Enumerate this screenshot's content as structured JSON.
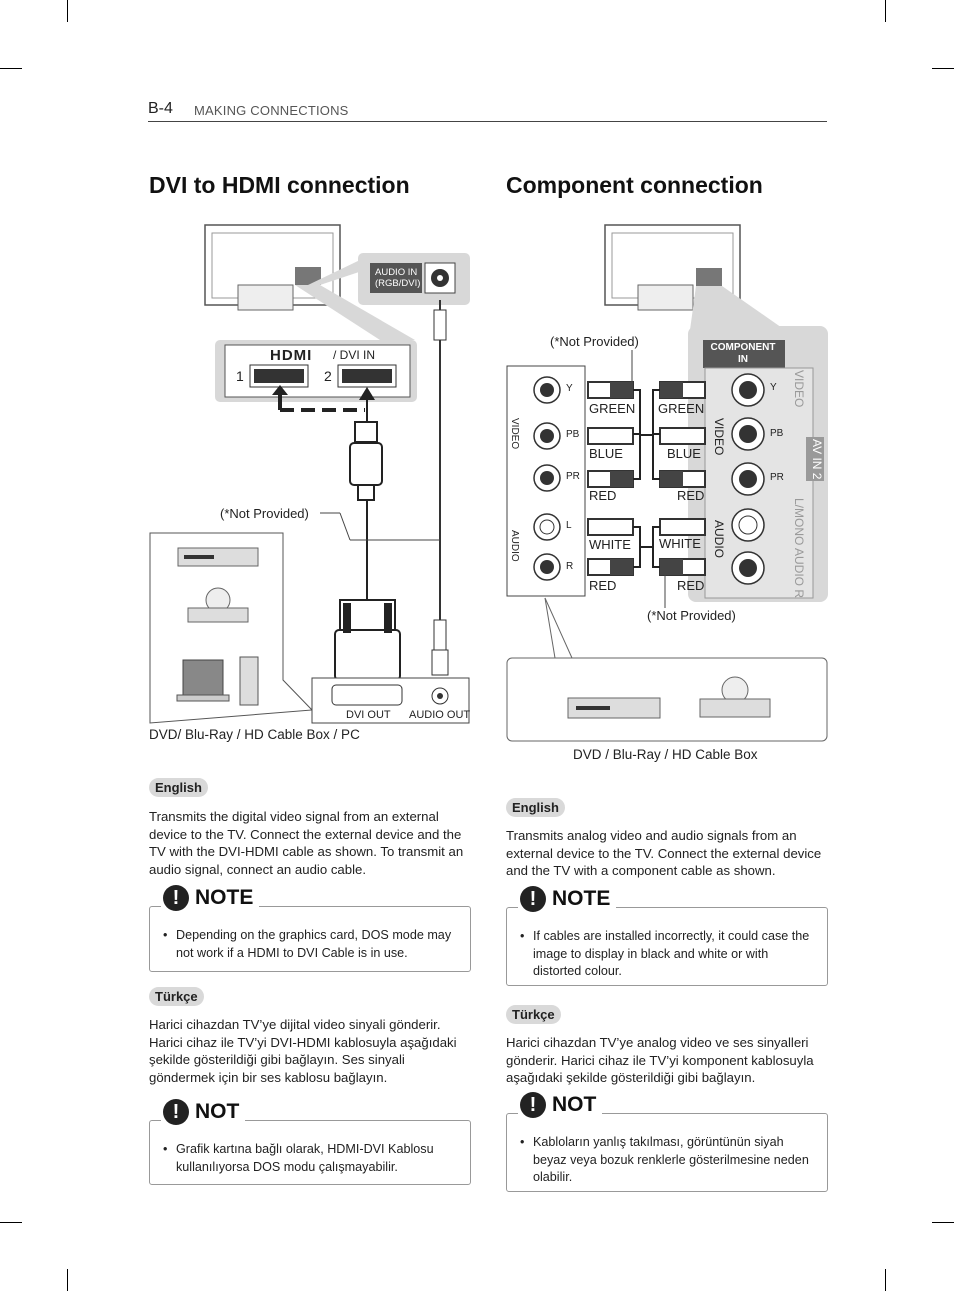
{
  "header": {
    "page_no": "B-4",
    "section": "MAKING CONNECTIONS"
  },
  "left": {
    "title": "DVI to HDMI connection",
    "diagram": {
      "audio_in_label": "AUDIO IN\n(RGB/DVI)",
      "hdmi_logo": "HDMI",
      "hdmi_suffix": "/ DVI IN",
      "port1": "1",
      "port2": "2",
      "not_provided": "(*Not Provided)",
      "dvi_out": "DVI OUT",
      "audio_out": "AUDIO OUT",
      "caption": "DVD/ Blu-Ray / HD Cable Box / PC"
    },
    "english": {
      "tag": "English",
      "text": "Transmits the digital video signal from an external device to the TV. Connect the external device and the TV with the DVI-HDMI cable as shown. To transmit an audio signal, connect an audio cable.",
      "note_label": "NOTE",
      "note_icon": "!",
      "note_text": "Depending on the graphics card, DOS mode may not work if a HDMI to DVI Cable is in use."
    },
    "turkish": {
      "tag": "Türkçe",
      "text": "Harici cihazdan TV’ye dijital video sinyali gönderir. Harici cihaz ile TV’yi DVI-HDMI kablosuyla aşağıdaki şekilde gösterildiği gibi bağlayın. Ses sinyali göndermek için bir ses kablosu bağlayın.",
      "note_label": "NOT",
      "note_icon": "!",
      "note_text": "Grafik kartına bağlı olarak, HDMI-DVI Kablosu kullanılıyorsa DOS modu çalışmayabilir."
    }
  },
  "right": {
    "title": "Component connection",
    "diagram": {
      "not_provided_top": "(*Not Provided)",
      "not_provided_bottom": "(*Not Provided)",
      "component_in": "COMPONENT\nIN",
      "left_video": "VIDEO",
      "left_audio": "AUDIO",
      "left_ports": [
        "Y",
        "PB",
        "PR",
        "L",
        "R"
      ],
      "right_ports": [
        "Y",
        "PB",
        "PR",
        "",
        ""
      ],
      "right_video": "VIDEO",
      "right_audio": "AUDIO",
      "side_video": "VIDEO",
      "side_av": "AV IN 2",
      "side_audio": "L/MONO AUDIO R",
      "colors_left": [
        "GREEN",
        "BLUE",
        "RED",
        "WHITE",
        "RED"
      ],
      "colors_right": [
        "GREEN",
        "BLUE",
        "RED",
        "WHITE",
        "RED"
      ],
      "caption": "DVD / Blu-Ray / HD Cable Box"
    },
    "english": {
      "tag": "English",
      "text": "Transmits analog video and audio signals from an external device to the TV. Connect the external device and the TV with a component cable as shown.",
      "note_label": "NOTE",
      "note_icon": "!",
      "note_text": "If cables are installed incorrectly, it could case the image to display in black and white or with distorted colour."
    },
    "turkish": {
      "tag": "Türkçe",
      "text": "Harici cihazdan TV’ye analog video ve ses sinyalleri gönderir. Harici cihaz ile TV’yi komponent kablosuyla aşağıdaki şekilde gösterildiği gibi bağlayın.",
      "note_label": "NOT",
      "note_icon": "!",
      "note_text": "Kabloların yanlış takılması, görüntünün siyah beyaz veya bozuk renklerle gösterilmesine neden olabilir."
    }
  }
}
